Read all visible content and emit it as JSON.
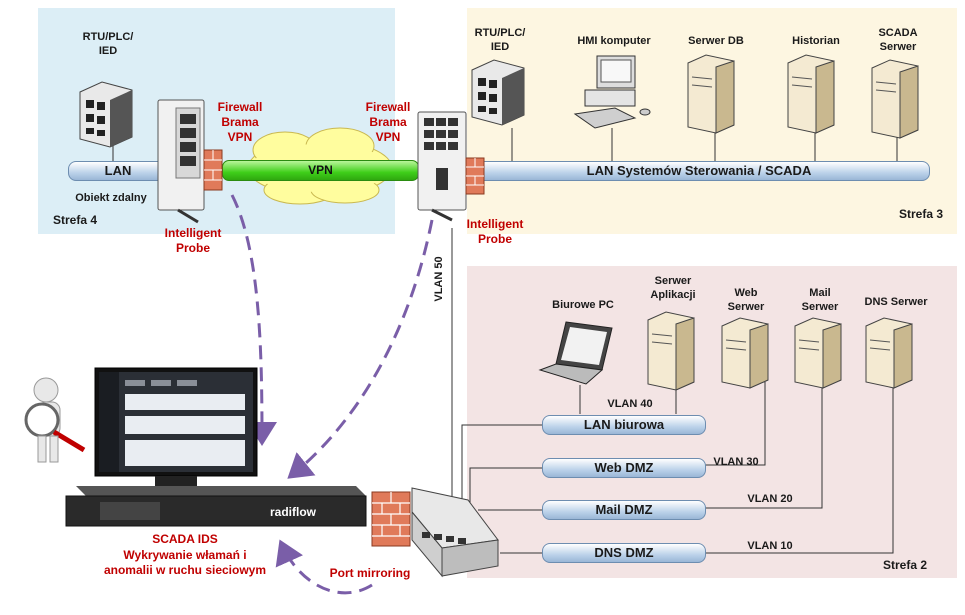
{
  "zones": {
    "strefa4": "Strefa 4",
    "strefa3": "Strefa 3",
    "strefa2": "Strefa 2"
  },
  "zone4": {
    "rtu_label": "RTU/PLC/\nIED",
    "lan_label": "LAN",
    "site_label": "Obiekt zdalny",
    "firewall_label": "Firewall\nBrama\nVPN",
    "probe_label": "Intelligent\nProbe"
  },
  "vpn": {
    "label": "VPN"
  },
  "zone3": {
    "firewall_label": "Firewall\nBrama\nVPN",
    "probe_label": "Intelligent\nProbe",
    "rtu_label": "RTU/PLC/\nIED",
    "hmi_label": "HMI komputer",
    "db_label": "Serwer DB",
    "historian_label": "Historian",
    "scada_label": "SCADA\nSerwer",
    "lan_label": "LAN Systemów Sterowania / SCADA"
  },
  "vlan50": "VLAN 50",
  "zone2": {
    "pc_label": "Biurowe PC",
    "app_label": "Serwer\nAplikacji",
    "web_label": "Web\nSerwer",
    "mail_label": "Mail\nSerwer",
    "dns_label": "DNS Serwer",
    "buses": [
      {
        "label": "LAN biurowa",
        "vlan": "VLAN 40"
      },
      {
        "label": "Web DMZ",
        "vlan": "VLAN 30"
      },
      {
        "label": "Mail DMZ",
        "vlan": "VLAN 20"
      },
      {
        "label": "DNS DMZ",
        "vlan": "VLAN 10"
      }
    ]
  },
  "ids": {
    "brand": "radiflow",
    "title": "SCADA IDS",
    "subtitle": "Wykrywanie włamań i\nanomalii w ruchu sieciowym"
  },
  "port_mirroring": "Port mirroring",
  "colors": {
    "zone4_bg": "#dceef6",
    "zone3_bg": "#fdf6e1",
    "zone2_bg": "#f3e4e4",
    "accent_red": "#c00000",
    "dash_purple": "#7a5ea8",
    "vpn_green": "#3fcf1a"
  }
}
